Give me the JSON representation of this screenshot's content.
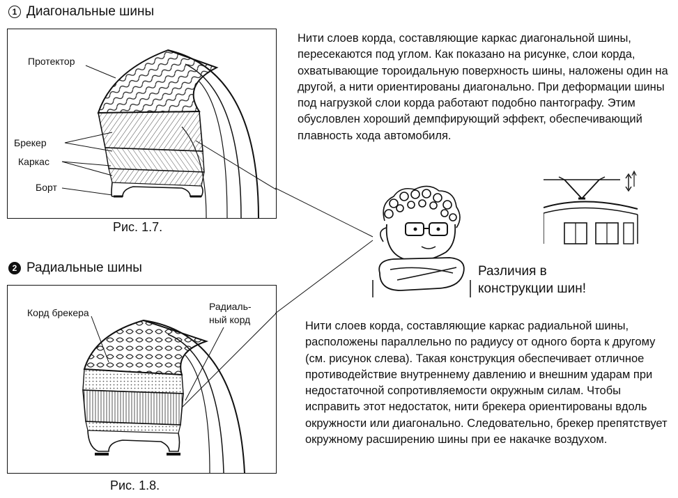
{
  "section1": {
    "number": "1",
    "heading": "Диагональные шины",
    "labels": {
      "tread": "Протектор",
      "breaker": "Брекер",
      "carcass": "Каркас",
      "bead": "Борт"
    },
    "caption": "Рис. 1.7.",
    "description": "Нити слоев корда, составляющие каркас диагональной шины, пересекаются под углом. Как показано на рисунке, слои корда, охватывающие тороидальную поверхность шины, наложены один на другой, а нити ориентированы диагонально. При деформации шины под нагрузкой слои корда работают подобно пантографу. Этим обусловлен хороший демпфирующий эффект, обеспечивающий плавность хода автомобиля."
  },
  "section2": {
    "number": "2",
    "heading": "Радиальные шины",
    "labels": {
      "breaker_cord": "Корд брекера",
      "radial_cord_line1": "Радиаль-",
      "radial_cord_line2": "ный корд"
    },
    "caption": "Рис. 1.8.",
    "description": "Нити слоев корда, составляющие каркас радиальной шины, расположены параллельно по радиусу от одного борта к другому (см. рисунок слева). Такая конструкция обеспечивает отличное противодействие внутреннему давлению и внешним ударам при недостаточной сопротивляемости окружным силам. Чтобы исправить этот недостаток, нити брекера ориентированы вдоль окружности или диагонально. Следовательно, брекер препятствует окружному расширению шины при ее накачке воздухом."
  },
  "callout": {
    "line1": "Различия в",
    "line2": "конструкции шин!"
  }
}
